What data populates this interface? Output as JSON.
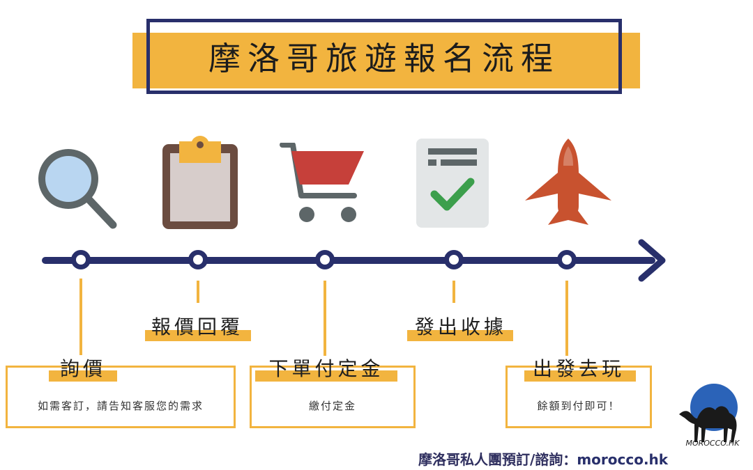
{
  "title": "摩洛哥旅遊報名流程",
  "icons": [
    "magnifier-icon",
    "clipboard-icon",
    "shopping-cart-icon",
    "checklist-icon",
    "airplane-icon"
  ],
  "steps": {
    "inquiry": {
      "label": "詢價",
      "desc": "如需客訂，請告知客服您的需求"
    },
    "quote": {
      "label": "報價回覆"
    },
    "order": {
      "label": "下單付定金",
      "desc": "繳付定金"
    },
    "receipt": {
      "label": "發出收據"
    },
    "depart": {
      "label": "出發去玩",
      "desc": "餘額到付即可！"
    }
  },
  "footer": {
    "text": "摩洛哥私人團預訂/諮詢：",
    "site": "morocco.hk"
  },
  "logo": {
    "text": "MOROCCO.HK"
  },
  "colors": {
    "navy": "#282f6b",
    "gold": "#f2b43f",
    "red": "#c6403a",
    "orange": "#c8522f"
  }
}
